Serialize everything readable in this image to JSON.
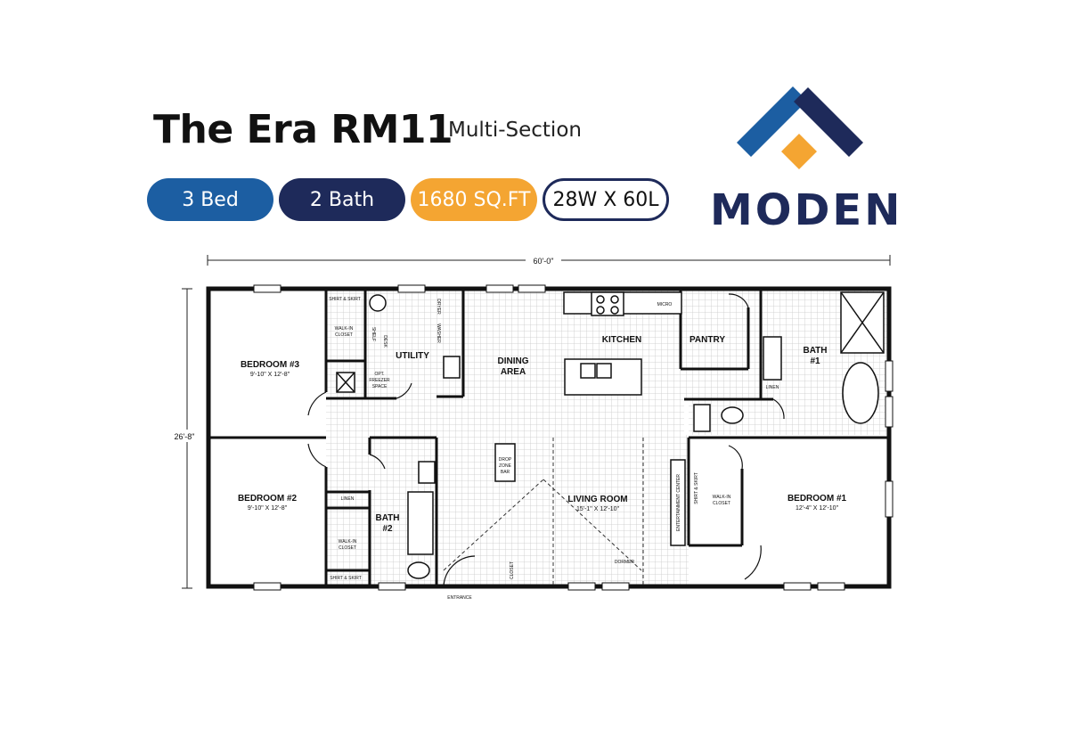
{
  "header": {
    "title": "The Era RM11",
    "subtitle": "Multi-Section",
    "badges": {
      "beds": "3 Bed",
      "baths": "2 Bath",
      "area": "1680 SQ.FT",
      "dimensions": "28W X 60L"
    }
  },
  "brand": {
    "name": "MODEN",
    "colors": {
      "blue": "#1c5ea2",
      "navy": "#1e2a5a",
      "orange": "#f4a532"
    }
  },
  "floorplan": {
    "overall_width": "60'-0\"",
    "overall_depth": "26'-8\"",
    "rooms": {
      "bedroom3": {
        "name": "BEDROOM #3",
        "size": "9'-10\" X 12'-8\""
      },
      "bedroom2": {
        "name": "BEDROOM #2",
        "size": "9'-10\" X 12'-8\""
      },
      "bedroom1": {
        "name": "BEDROOM #1",
        "size": "12'-4\" X 12'-10\""
      },
      "living": {
        "name": "LIVING ROOM",
        "size": "15'-1\" X 12'-10\""
      },
      "utility": "UTILITY",
      "dining": [
        "DINING",
        "AREA"
      ],
      "kitchen": "KITCHEN",
      "pantry": "PANTRY",
      "bath1": [
        "BATH",
        "#1"
      ],
      "bath2": [
        "BATH",
        "#2"
      ]
    },
    "small_labels": {
      "shirt_skirt": "SHIRT & SKIRT",
      "walk_in_closet": [
        "WALK-IN",
        "CLOSET"
      ],
      "opt_freezer": [
        "OPT.",
        "FREEZER",
        "SPACE"
      ],
      "shelf": "SHELF",
      "desk": "DESK",
      "dryer": "DRYER",
      "washer": "WASHER",
      "micro": "MICRO",
      "linen": "LINEN",
      "drop_zone": [
        "DROP",
        "ZONE",
        "BAR"
      ],
      "closet": "CLOSET",
      "dormer": "DORMER",
      "entrance": "ENTRANCE",
      "entertainment": "ENTERTAINMENT CENTER"
    }
  }
}
